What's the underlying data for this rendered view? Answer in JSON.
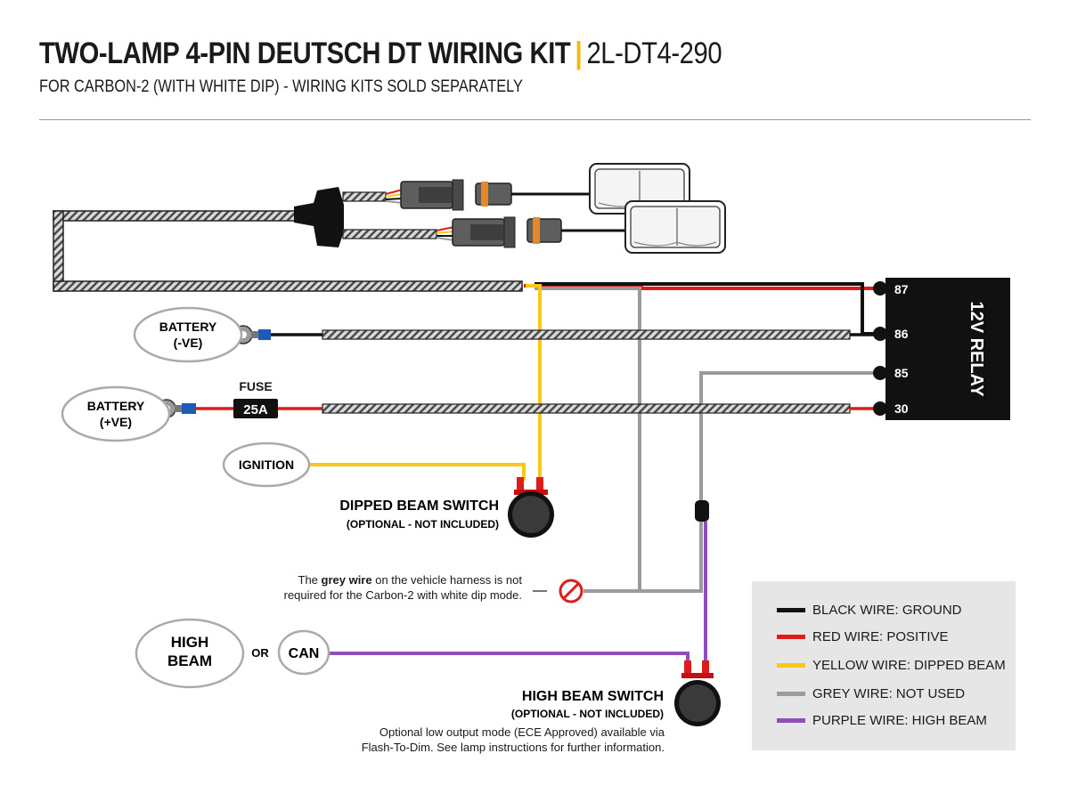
{
  "header": {
    "title": "TWO-LAMP 4-PIN DEUTSCH DT WIRING KIT",
    "separator": "|",
    "code": "2L-DT4-290",
    "subtitle": "FOR CARBON-2 (WITH WHITE DIP) - WIRING KITS SOLD SEPARATELY"
  },
  "colors": {
    "black": "#111111",
    "red": "#e01b1b",
    "yellow": "#f7c818",
    "grey": "#9b9b9b",
    "purple": "#8e4fb8",
    "accent": "#f5b800"
  },
  "relay": {
    "label": "12V RELAY",
    "pins": [
      "87",
      "86",
      "85",
      "30"
    ]
  },
  "labels": {
    "battery_neg": [
      "BATTERY",
      "(-VE)"
    ],
    "battery_pos": [
      "BATTERY",
      "(+VE)"
    ],
    "fuse_title": "FUSE",
    "fuse_value": "25A",
    "ignition": "IGNITION",
    "high_beam": [
      "HIGH",
      "BEAM"
    ],
    "or": "OR",
    "can": "CAN",
    "dipped_switch_title": "DIPPED BEAM SWITCH",
    "dipped_switch_sub": "(OPTIONAL  - NOT INCLUDED)",
    "high_switch_title": "HIGH BEAM SWITCH",
    "high_switch_sub": "(OPTIONAL  - NOT INCLUDED)"
  },
  "notes": {
    "grey_line1_pre": "The ",
    "grey_line1_bold": "grey wire",
    "grey_line1_post": " on the vehicle harness is not",
    "grey_line2": "required for the Carbon-2 with white dip mode.",
    "flash_line1": "Optional low output mode (ECE Approved) available via",
    "flash_line2": "Flash-To-Dim. See lamp instructions for further information."
  },
  "legend": [
    {
      "label": "BLACK WIRE: GROUND",
      "color": "#111111"
    },
    {
      "label": "RED WIRE: POSITIVE",
      "color": "#e01b1b"
    },
    {
      "label": "YELLOW WIRE: DIPPED BEAM",
      "color": "#f7c818"
    },
    {
      "label": "GREY WIRE: NOT USED",
      "color": "#9b9b9b"
    },
    {
      "label": "PURPLE WIRE: HIGH BEAM",
      "color": "#8e4fb8"
    }
  ]
}
